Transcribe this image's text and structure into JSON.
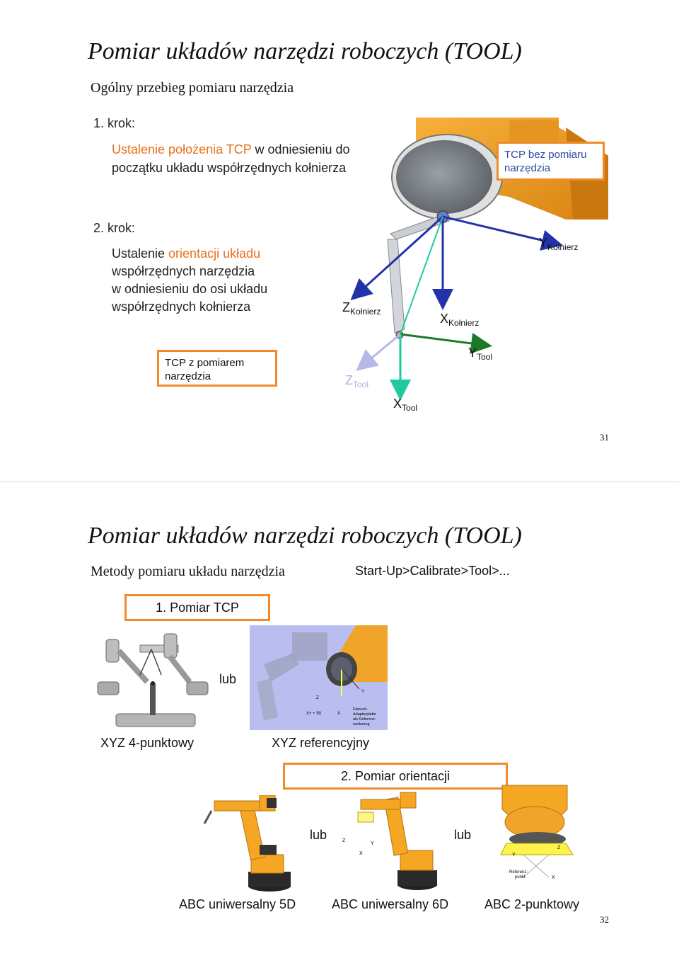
{
  "slide1": {
    "title": "Pomiar układów narzędzi roboczych (TOOL)",
    "subtitle": "Ogólny przebieg pomiaru narzędzia",
    "step1": {
      "label": "1. krok:",
      "line1_orange": "Ustalenie położenia TCP",
      "line1_rest": " w odniesieniu do",
      "line2": "początku układu współrzędnych kołnierza"
    },
    "box_tcp_without": {
      "line1": "TCP bez pomiaru",
      "line2": "narzędzia"
    },
    "step2": {
      "label": "2. krok:",
      "line1_plain": "Ustalenie ",
      "line1_orange": "orientacji układu",
      "line2_orange": "współrzędnych narzędzia",
      "line3": "w odniesieniu do osi układu",
      "line4": "współrzędnych kołnierza"
    },
    "box_tcp_with": {
      "line1": "TCP z pomiarem",
      "line2": "narzędzia"
    },
    "axes": {
      "y_flange": {
        "letter": "Y",
        "sub": "Kołnierz"
      },
      "z_flange": {
        "letter": "Z",
        "sub": "Kołnierz"
      },
      "x_flange": {
        "letter": "X",
        "sub": "Kołnierz"
      },
      "y_tool": {
        "letter": "Y",
        "sub": "Tool"
      },
      "z_tool": {
        "letter": "Z",
        "sub": "Tool"
      },
      "x_tool": {
        "letter": "X",
        "sub": "Tool"
      }
    },
    "page_number": "31"
  },
  "slide2": {
    "title": "Pomiar układów narzędzi roboczych (TOOL)",
    "subtitle": "Metody pomiaru układu narzędzia",
    "menu_path": "Start-Up>Calibrate>Tool>...",
    "box_tcp": "1. Pomiar TCP",
    "or1": "lub",
    "cap_xyz4": "XYZ 4-punktowy",
    "cap_xyzref": "XYZ referencyjny",
    "fig_labels": {
      "z": "Z",
      "y": "Y",
      "x": "X",
      "xplus": "X+ + 50",
      "flange": [
        "Flansch-",
        "Adapterplatte",
        "als Referenz-",
        "werkzeug"
      ]
    },
    "box_orient": "2. Pomiar orientacji",
    "or2": "lub",
    "or3": "lub",
    "cap_abs5": "ABC uniwersalny 5D",
    "cap_abs6": "ABC uniwersalny 6D",
    "cap_abc2": "ABC 2-punktowy",
    "fig3_labels": {
      "ref": [
        "Referenz-",
        "punkt"
      ]
    },
    "page_number": "32"
  },
  "colors": {
    "orange": "#e8701a",
    "box_border": "#f08a2a",
    "blue_text": "#2b4aa0",
    "robot_orange": "#f5a623"
  },
  "icons": [
    "robot-flange-illustration",
    "tcp-4point-fixture",
    "reference-robot-screenshot",
    "robot-abc5d",
    "robot-abc6d",
    "robot-abc2point"
  ]
}
